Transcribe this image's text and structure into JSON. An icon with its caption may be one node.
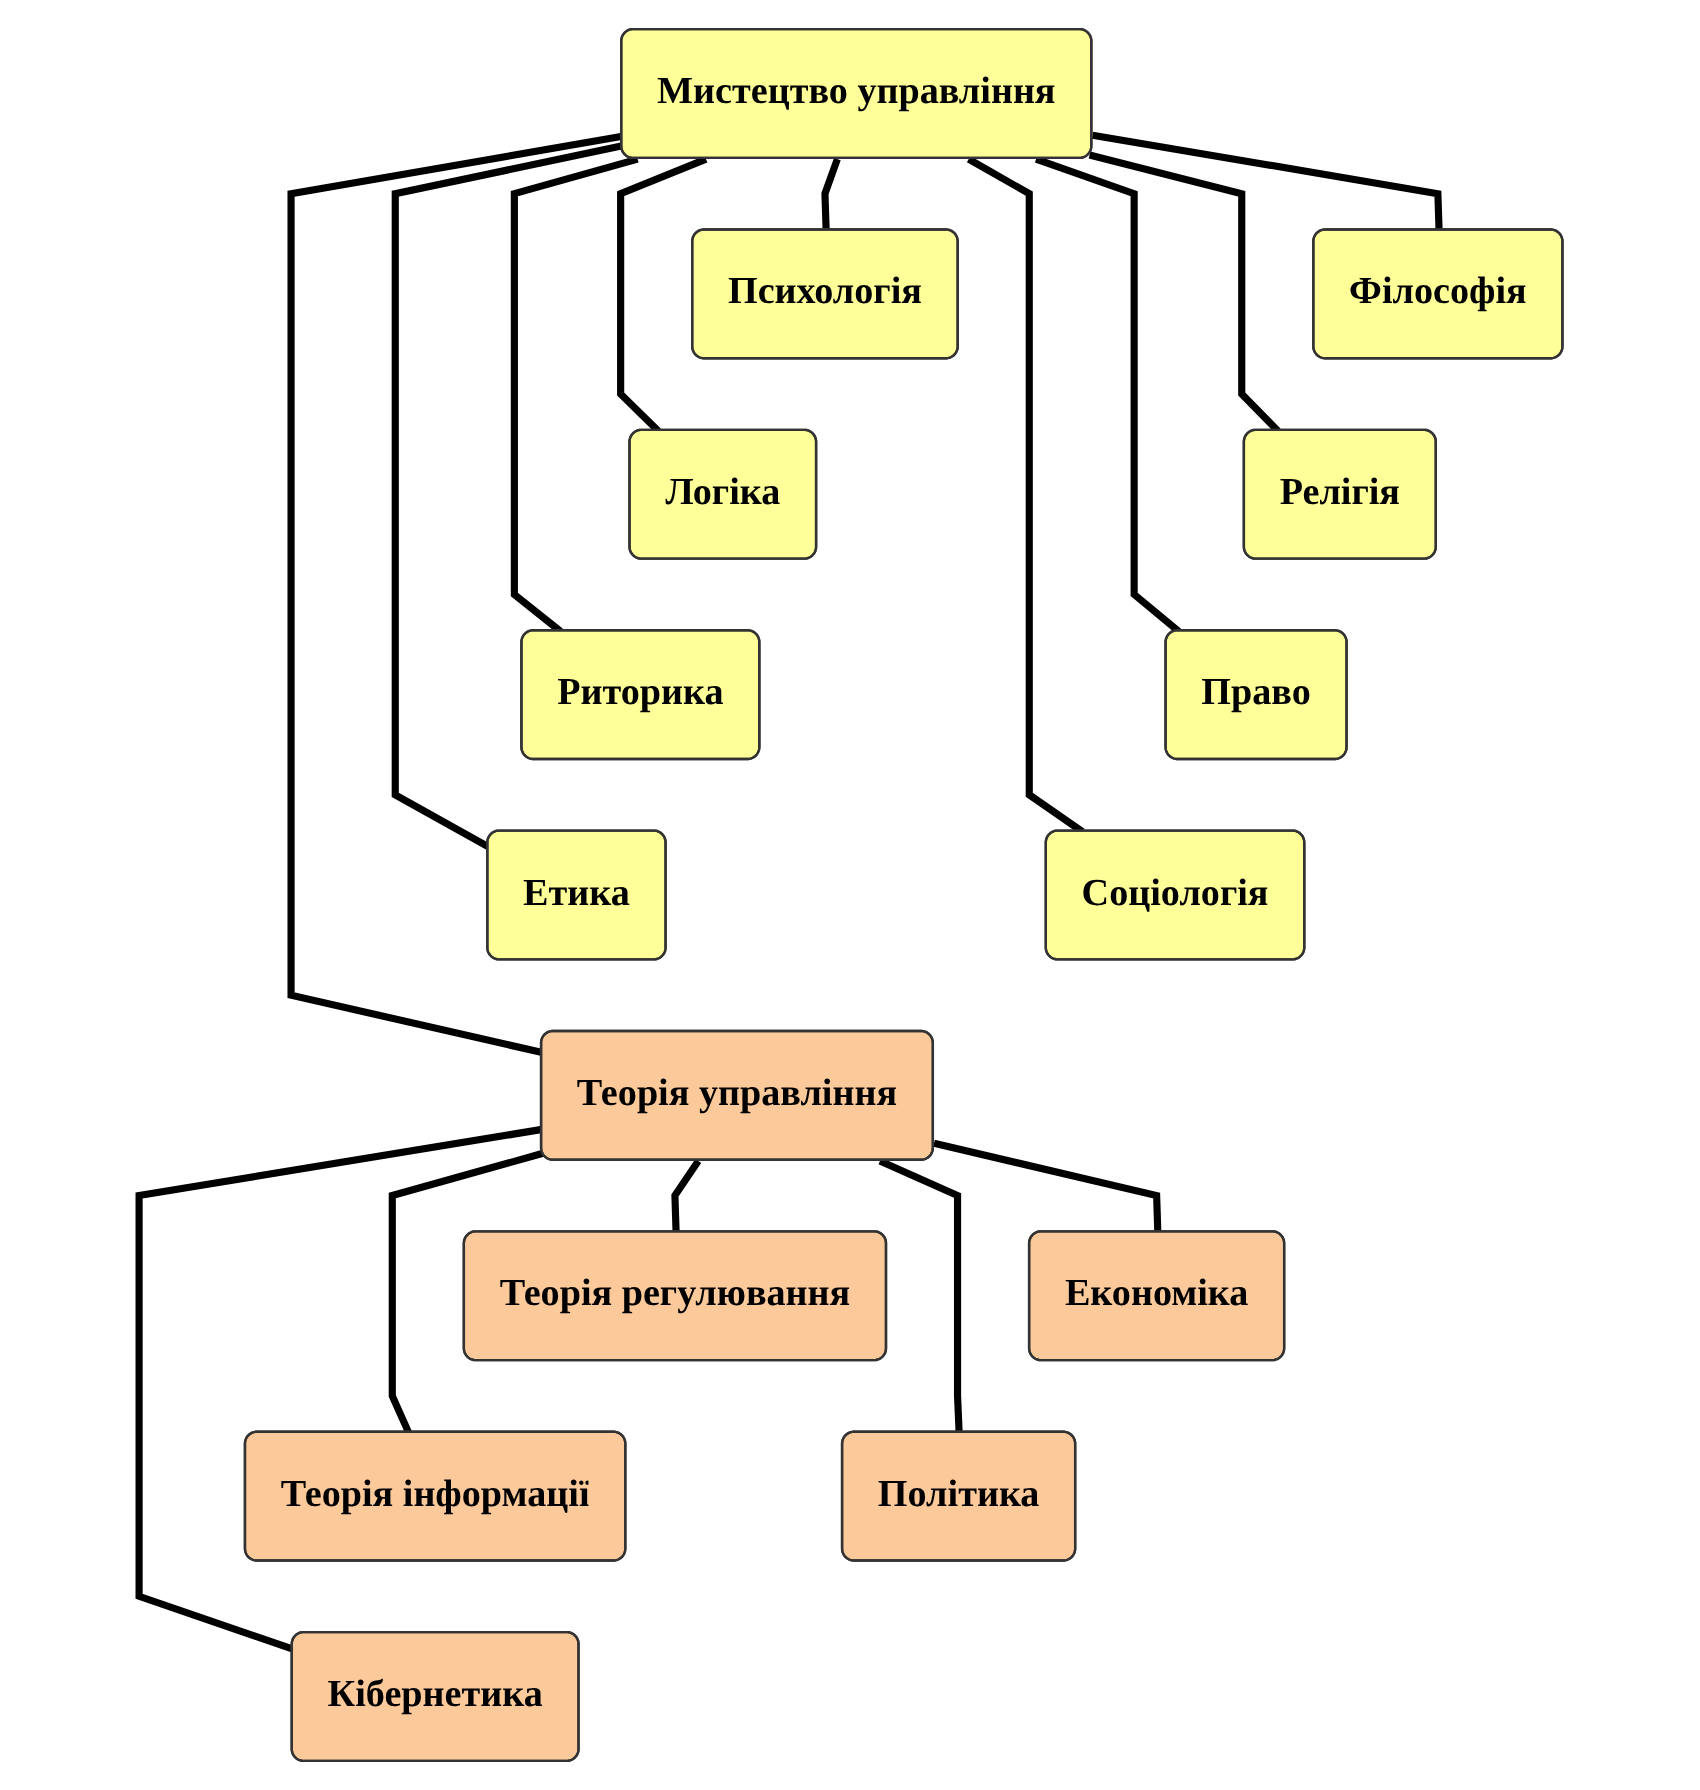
{
  "diagram": {
    "nodes": [
      {
        "text": [
          "Мистецтво управління"
        ]
      },
      {
        "text": [
          "Психологія"
        ]
      },
      {
        "text": [
          "Філософія"
        ]
      },
      {
        "text": [
          "Логіка"
        ]
      },
      {
        "text": [
          "Релігія"
        ]
      },
      {
        "text": [
          "Риторика"
        ]
      },
      {
        "text": [
          "Право"
        ]
      },
      {
        "text": [
          "Етика"
        ]
      },
      {
        "text": [
          "Соціологія"
        ]
      },
      {
        "text": [
          "Теорія управління"
        ]
      },
      {
        "text": [
          "Теорія регулювання"
        ]
      },
      {
        "text": [
          "Економіка"
        ]
      },
      {
        "text": [
          "Теорія інформації"
        ]
      },
      {
        "text": [
          "Політика"
        ]
      },
      {
        "text": [
          "Кібернетика"
        ]
      }
    ],
    "edges": [
      {
        "from": 0,
        "to": 1,
        "arrow": "none"
      },
      {
        "from": 0,
        "to": 2,
        "arrow": "none"
      },
      {
        "from": 0,
        "to": 3,
        "arrow": "none"
      },
      {
        "from": 0,
        "to": 4,
        "arrow": "none"
      },
      {
        "from": 0,
        "to": 5,
        "arrow": "none"
      },
      {
        "from": 0,
        "to": 6,
        "arrow": "none"
      },
      {
        "from": 0,
        "to": 7,
        "arrow": "none"
      },
      {
        "from": 0,
        "to": 8,
        "arrow": "none"
      },
      {
        "from": 0,
        "to": 9,
        "arrow": "none"
      },
      {
        "from": 9,
        "to": 10,
        "arrow": "none"
      },
      {
        "from": 9,
        "to": 11,
        "arrow": "none"
      },
      {
        "from": 9,
        "to": 12,
        "arrow": "none"
      },
      {
        "from": 9,
        "to": 13,
        "arrow": "none"
      },
      {
        "from": 9,
        "to": 14,
        "arrow": "none"
      }
    ]
  }
}
